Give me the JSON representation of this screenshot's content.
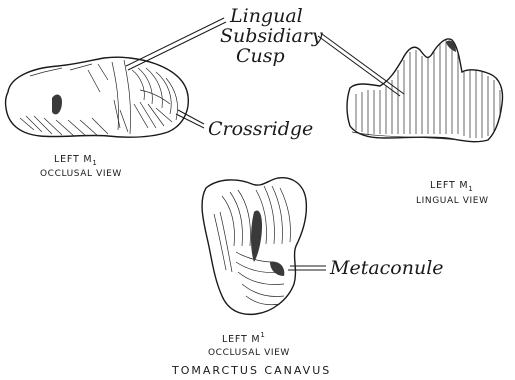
{
  "labels": {
    "lingual_subsidiary_cusp_line1": "Lingual",
    "lingual_subsidiary_cusp_line2": "Subsidiary",
    "lingual_subsidiary_cusp_line3": "Cusp",
    "crossridge": "Crossridge",
    "metaconule": "Metaconule"
  },
  "captions": {
    "occlusal_m1": {
      "line1_prefix": "LEFT M",
      "line1_sub": "1",
      "line2": "OCCLUSAL VIEW"
    },
    "lingual_m1": {
      "line1_prefix": "LEFT M",
      "line1_sub": "1",
      "line2": "LINGUAL VIEW"
    },
    "occlusal_upper_m1": {
      "line1_prefix": "LEFT M",
      "line1_sup": "1",
      "line2": "OCCLUSAL VIEW"
    }
  },
  "title": "TOMARCTUS CANAVUS"
}
